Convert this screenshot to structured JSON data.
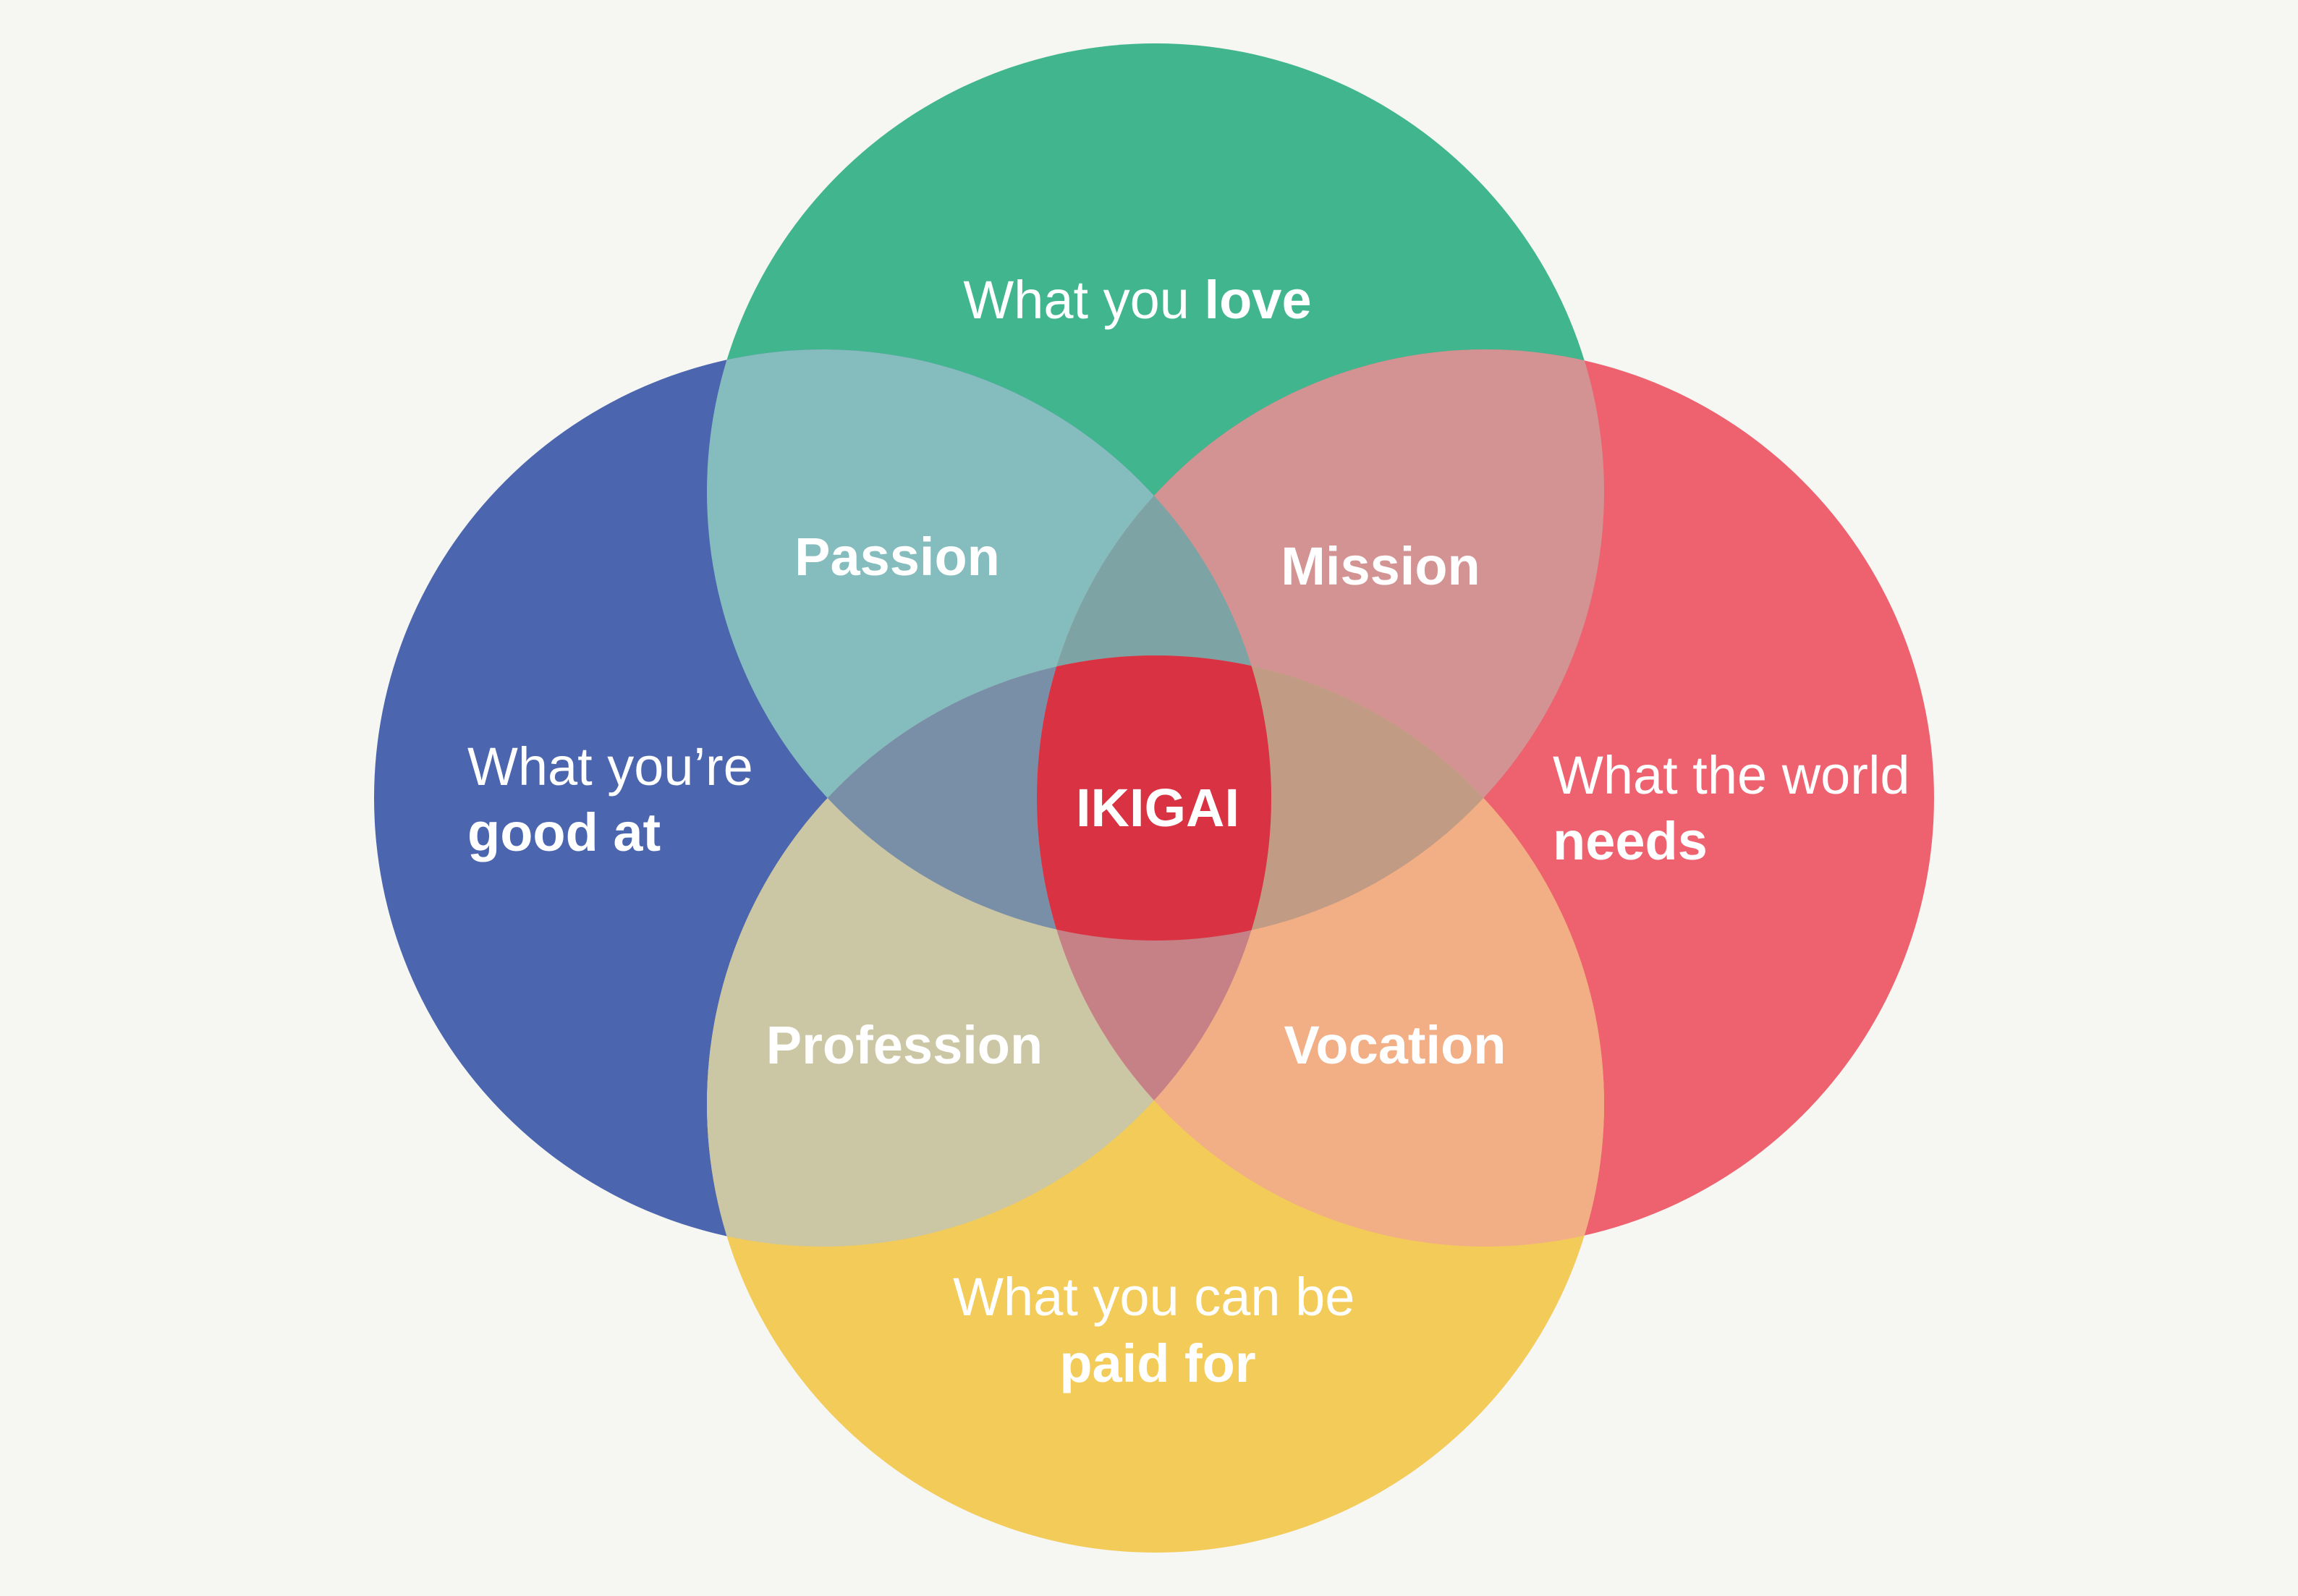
{
  "circles": {
    "love": {
      "line1": "What you ",
      "line1_bold": "love",
      "color": "#41b68e"
    },
    "good": {
      "line1": "What you’re",
      "line2_bold": "good at",
      "color": "#4b66ae"
    },
    "world": {
      "line1": "What the world",
      "line2_bold": "needs",
      "color": "#ee626f"
    },
    "paid": {
      "line1": "What you can be",
      "line2_bold": "paid for",
      "color": "#f2cb59"
    }
  },
  "overlaps": {
    "passion": {
      "label": "Passion",
      "color": "#85bcbd"
    },
    "mission": {
      "label": "Mission",
      "color": "#d49393"
    },
    "profession": {
      "label": "Profession",
      "color": "#cbc6a3"
    },
    "vocation": {
      "label": "Vocation",
      "color": "#f2ae85"
    },
    "center": {
      "label": "IKIGAI",
      "color": "#d93242"
    }
  },
  "colors": {
    "background": "#f6f6f3",
    "love_good_world": "#7ea3a4",
    "love_good_paid": "#798fa8",
    "love_world_paid": "#c19b84",
    "good_world_paid": "#c68187"
  }
}
